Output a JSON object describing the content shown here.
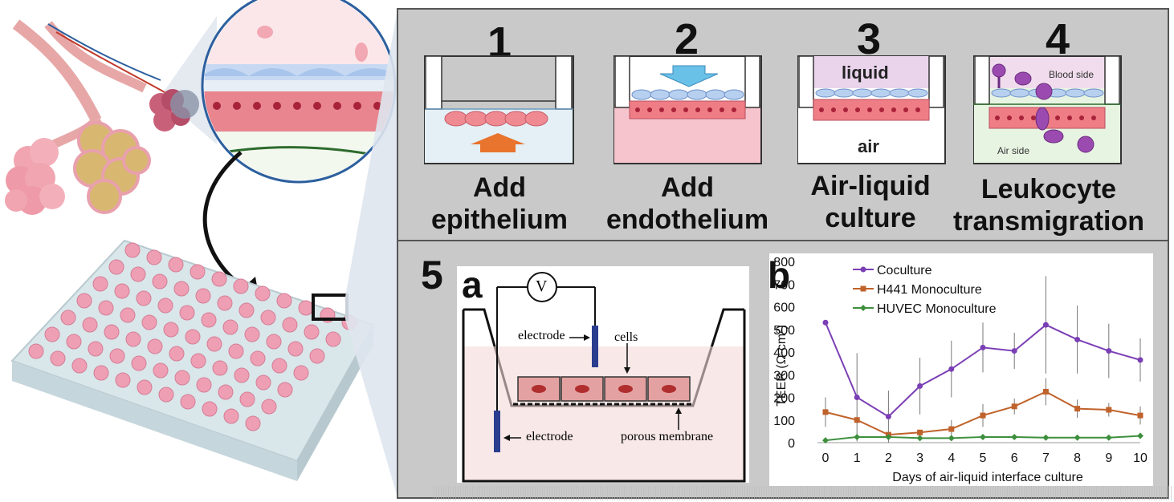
{
  "steps": [
    {
      "num": "1",
      "caption_line1": "Add",
      "caption_line2": "epithelium"
    },
    {
      "num": "2",
      "caption_line1": "Add",
      "caption_line2": "endothelium"
    },
    {
      "num": "3",
      "caption_line1": "Air-liquid",
      "caption_line2": "culture"
    },
    {
      "num": "4",
      "caption_line1": "Leukocyte",
      "caption_line2": "transmigration"
    }
  ],
  "step3_labels": {
    "top": "liquid",
    "bottom": "air"
  },
  "step4_labels": {
    "top": "Blood side",
    "bottom": "Air side"
  },
  "panel5": {
    "number": "5",
    "sub_a": "a",
    "sub_b": "b"
  },
  "diagram_5a": {
    "voltmeter": "V",
    "electrode_top": "electrode",
    "cells": "cells",
    "electrode_bottom": "electrode",
    "membrane": "porous membrane"
  },
  "colors": {
    "coculture": "#7b3fb5",
    "h441": "#c0622b",
    "huvec": "#3d8f3d"
  },
  "chart_data": {
    "type": "line",
    "xlabel": "Days of air-liquid  interface culture",
    "ylabel": "TEER (Ω·cm²)",
    "ylim": [
      0,
      800
    ],
    "yticks": [
      0,
      100,
      200,
      300,
      400,
      500,
      600,
      700,
      800
    ],
    "x": [
      0,
      1,
      2,
      3,
      4,
      5,
      6,
      7,
      8,
      9,
      10
    ],
    "legend_position": "top-left",
    "series": [
      {
        "name": "Coculture",
        "values": [
          530,
          200,
          115,
          250,
          325,
          420,
          405,
          520,
          455,
          405,
          365
        ],
        "error": [
          0,
          195,
          115,
          125,
          125,
          110,
          80,
          215,
          150,
          120,
          95
        ]
      },
      {
        "name": "H441 Monoculture",
        "values": [
          135,
          100,
          35,
          45,
          60,
          120,
          160,
          225,
          150,
          145,
          120
        ],
        "error": [
          65,
          15,
          10,
          12,
          40,
          50,
          35,
          60,
          40,
          30,
          40
        ]
      },
      {
        "name": "HUVEC Monoculture",
        "values": [
          10,
          25,
          25,
          20,
          20,
          25,
          25,
          22,
          22,
          22,
          30
        ],
        "error": [
          0,
          0,
          0,
          0,
          0,
          0,
          0,
          0,
          0,
          0,
          0
        ]
      }
    ]
  }
}
